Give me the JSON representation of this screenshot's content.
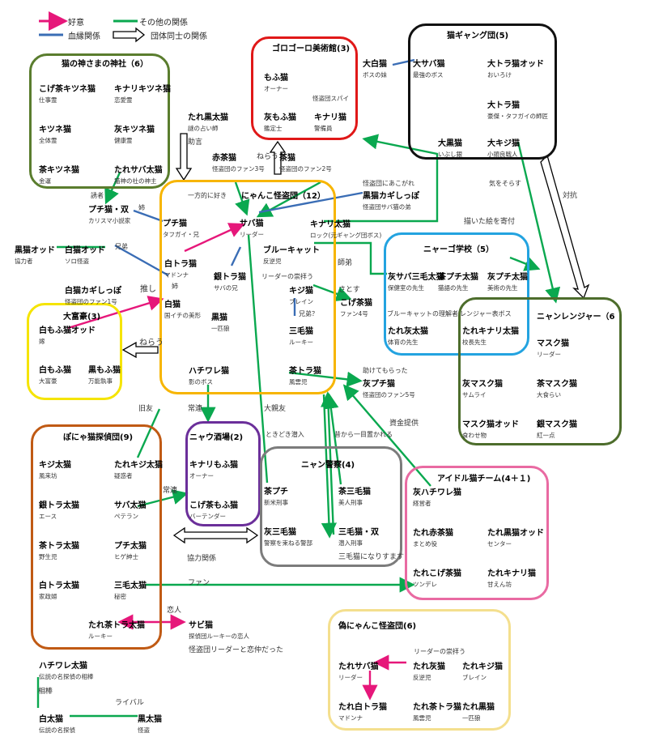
{
  "legend": {
    "love": "好意",
    "blood": "血縁関係",
    "other": "その他の関係",
    "group": "団体同士の関係"
  },
  "colors": {
    "love": "#e6177a",
    "blood": "#3a6db5",
    "other": "#0aa84f",
    "group": "#000000",
    "shrine": "#5a7d2e",
    "museum": "#e01818",
    "gang": "#111111",
    "thieves": "#f7b500",
    "school": "#23a3e0",
    "ranger": "#4d6d2c",
    "rich": "#f5e400",
    "bar": "#6b2f9a",
    "police": "#7c7c7c",
    "detective": "#c05a14",
    "idol": "#e96aa2",
    "fake": "#f4df8e"
  },
  "groups": {
    "shrine": "猫の神さまの神社（6）",
    "museum": "ゴロゴーロ美術館(3)",
    "gang": "猫ギャング団(5)",
    "thieves": "にゃんこ怪盗団（12）",
    "school": "ニャーゴ学校（5）",
    "ranger": "ニャンレンジャー（6",
    "rich": "大富豪(3)",
    "bar": "ニャウ酒場(2)",
    "detective": "ぽにゃ猫探偵団(9)",
    "police": "ニャン警察(4)",
    "idol": "アイドル猫チーム(4＋１)",
    "fake": "偽にゃんこ怪盗団(6)"
  },
  "people": {
    "kogeKitsune": {
      "name": "こげ茶キツネ猫",
      "role": "仕事霊"
    },
    "kinariKitsune": {
      "name": "キナリキツネ猫",
      "role": "恋愛霊"
    },
    "kitsune": {
      "name": "キツネ猫",
      "role": "全体霊"
    },
    "haiKitsune": {
      "name": "灰キツネ猫",
      "role": "健康霊"
    },
    "chaKitsune": {
      "name": "茶キツネ猫",
      "role": "金運"
    },
    "taresaba": {
      "name": "たれサバ太猫",
      "role": "猫神の社の神主"
    },
    "mofu": {
      "name": "もふ猫",
      "role": "オーナー"
    },
    "haimofu": {
      "name": "灰もふ猫",
      "role": "鑑定士"
    },
    "kinariM": {
      "name": "キナリ猫",
      "role": "警備員"
    },
    "museumSpy": {
      "name": "",
      "role": "怪盗団スパイ"
    },
    "oshiro": {
      "name": "大白猫",
      "role": "ボスの妹"
    },
    "osaba": {
      "name": "大サバ猫",
      "role": "最強のボス"
    },
    "otoraodd": {
      "name": "大トラ猫オッド",
      "role": "おいろけ"
    },
    "otora": {
      "name": "大トラ猫",
      "role": "豪傑・タフガイの師匠"
    },
    "okuro": {
      "name": "大黒猫",
      "role": "いぶし銀"
    },
    "okiji": {
      "name": "大キジ猫",
      "role": "小頭良戦人"
    },
    "tarekuro": {
      "name": "たれ黒太猫",
      "role": "謎の占い師",
      "extra": "助言"
    },
    "akacha": {
      "name": "赤茶猫",
      "role": "怪盗団のファン3号"
    },
    "cha": {
      "name": "茶猫",
      "role": "怪盗団のファン2号",
      "prefix": "ねらう"
    },
    "kurokagi": {
      "name": "黒猫カギしっぽ",
      "role": "怪盗団サバ猫の弟"
    },
    "puchiduo": {
      "name": "プチ猫・双",
      "role": "カリスマ小説家"
    },
    "puchi": {
      "name": "プチ猫",
      "role": "タフガイ・兄"
    },
    "saba": {
      "name": "サバ猫",
      "role": "リーダー"
    },
    "kinariT": {
      "name": "キナリ太猫",
      "role": "ロック(元ギャング団ボス)"
    },
    "blue": {
      "name": "ブルーキャット",
      "role": "反逆児"
    },
    "shirotora": {
      "name": "白トラ猫",
      "role": "マドンナ"
    },
    "gintora": {
      "name": "銀トラ猫",
      "role": "サバの兄"
    },
    "shiro": {
      "name": "白猫",
      "role": "国イチの美形"
    },
    "kiji": {
      "name": "キジ猫",
      "role": "ブレイン"
    },
    "kogecha": {
      "name": "こげ茶猫",
      "role": "ファン4号"
    },
    "kuro": {
      "name": "黒猫",
      "role": "一匹狼"
    },
    "mike": {
      "name": "三毛猫",
      "role": "ルーキー"
    },
    "hachi": {
      "name": "ハチワレ猫",
      "role": "影のボス"
    },
    "chatora": {
      "name": "茶トラ猫",
      "role": "風雲児"
    },
    "kuroodd": {
      "name": "黒猫オッド",
      "role": "協力者"
    },
    "shiroodd": {
      "name": "白猫オッド",
      "role": "ソロ怪盗"
    },
    "shirokagi": {
      "name": "白猫カギしっぽ",
      "role": "怪盗団のファン1号"
    },
    "shiromofuodd": {
      "name": "白もふ猫オッド",
      "role": "嫁"
    },
    "shiromofu": {
      "name": "白もふ猫",
      "role": "大富豪"
    },
    "kuromofu": {
      "name": "黒もふ猫",
      "role": "万能執事"
    },
    "haisaba3": {
      "name": "灰サバ三毛太猫",
      "role": "保健室の先生"
    },
    "chapuchiT": {
      "name": "茶プチ太猫",
      "role": "猫語の先生"
    },
    "haipuchiT": {
      "name": "灰プチ太猫",
      "role": "美術の先生"
    },
    "tarehai": {
      "name": "たれ灰太猫",
      "role": "体育の先生"
    },
    "tarekinaraT": {
      "name": "たれキナリ太猫",
      "role": "校長先生"
    },
    "masuku": {
      "name": "マスク猫",
      "role": "リーダー"
    },
    "haimasuku": {
      "name": "灰マスク猫",
      "role": "サムライ"
    },
    "chamasuku": {
      "name": "茶マスク猫",
      "role": "大食らい"
    },
    "masukuodd": {
      "name": "マスク猫オッド",
      "role": "食わせ物"
    },
    "ginmasuku": {
      "name": "銀マスク猫",
      "role": "紅一点"
    },
    "haipuchi": {
      "name": "灰プチ猫",
      "role": "怪盗団のファン5号"
    },
    "kinarimofu": {
      "name": "キナリもふ猫",
      "role": "オーナー"
    },
    "kogemofu": {
      "name": "こげ茶もふ猫",
      "role": "バーテンダー"
    },
    "chapuchi": {
      "name": "茶プチ",
      "role": "新米刑事"
    },
    "chamike": {
      "name": "茶三毛猫",
      "role": "美人刑事"
    },
    "haimike": {
      "name": "灰三毛猫",
      "role": "警察を束ねる警部"
    },
    "mikeduo": {
      "name": "三毛猫・双",
      "role": "潜入刑事",
      "extra": "三毛猫になりすます"
    },
    "kiji_t": {
      "name": "キジ太猫",
      "role": "風来坊"
    },
    "tarekiji_t": {
      "name": "たれキジ太猫",
      "role": "疑惑者"
    },
    "gintora_t": {
      "name": "銀トラ太猫",
      "role": "エース"
    },
    "saba_t": {
      "name": "サバ太猫",
      "role": "ペテラン"
    },
    "chatora_t": {
      "name": "茶トラ太猫",
      "role": "野生児"
    },
    "puchi_t": {
      "name": "プチ太猫",
      "role": "ヒゲ紳士"
    },
    "shirotora_t": {
      "name": "白トラ太猫",
      "role": "家政婦"
    },
    "mike_t": {
      "name": "三毛太猫",
      "role": "秘密"
    },
    "tarechatora_t": {
      "name": "たれ茶トラ太猫",
      "role": "ルーキー"
    },
    "sabineko": {
      "name": "サビ猫",
      "role": "探偵団ルーキーの恋人",
      "extra": "怪盗団リーダーと恋仲だった"
    },
    "hachiT": {
      "name": "ハチワレ太猫",
      "role": "伝説の名探偵の相棒"
    },
    "shiroT": {
      "name": "白太猫",
      "role": "伝説の名探偵"
    },
    "kuroT": {
      "name": "黒太猫",
      "role": "怪盗"
    },
    "haihachi": {
      "name": "灰ハチワレ猫",
      "role": "経営者"
    },
    "tareakacha": {
      "name": "たれ赤茶猫",
      "role": "まとめ役"
    },
    "tarekuroodd": {
      "name": "たれ黒猫オッド",
      "role": "センター"
    },
    "tarekoge": {
      "name": "たれこげ茶猫",
      "role": "ツンデレ"
    },
    "tarekinari": {
      "name": "たれキナリ猫",
      "role": "甘えん坊"
    },
    "taresabaF": {
      "name": "たれサバ猫",
      "role": "リーダー"
    },
    "tarehaiF": {
      "name": "たれ灰猫",
      "role": "反逆児"
    },
    "tarekijiF": {
      "name": "たれキジ猫",
      "role": "ブレイン"
    },
    "tareshirotoraF": {
      "name": "たれ白トラ猫",
      "role": "マドンナ"
    },
    "tarechatoraF": {
      "name": "たれ茶トラ猫",
      "role": "風雲児"
    },
    "tarekuroF": {
      "name": "たれ黒猫",
      "role": "一匹狼"
    }
  },
  "edges": {
    "isshou": "一方的に好き",
    "ane": "姉",
    "kyodai": "兄弟",
    "oshi": "推し",
    "nerau_rich": "ねらう",
    "nerau_museum": "ねらう",
    "shitei": "師弟",
    "satosu": "さとす",
    "kyoudaika": "兄弟？",
    "kyuuyuu": "旧友",
    "joren": "常連",
    "joren2": "常連",
    "daishinyuu": "大親友",
    "tokidoki": "ときどき潜入",
    "meboreba": "昔から一目置かれる",
    "kaita": "描いた絵を寄付",
    "taikou": "対抗",
    "shikin": "資金提供",
    "fan": "ファン",
    "koibito": "恋人",
    "kyouryoku": "協力関係",
    "aibou": "相棒",
    "rival": "ライバル",
    "sukuwa": "助けてもらった",
    "ki_wo_sorasu": "気をそらす",
    "akogare": "怪盗団にあこがれ",
    "bluerespect": "ブルーキャットの理解者",
    "leaderrespect": "リーダーの崇拝う",
    "fakeleader": "リーダーの崇拝う",
    "rangerfan": "レンジャー表ボス",
    "shou": "誘者"
  }
}
